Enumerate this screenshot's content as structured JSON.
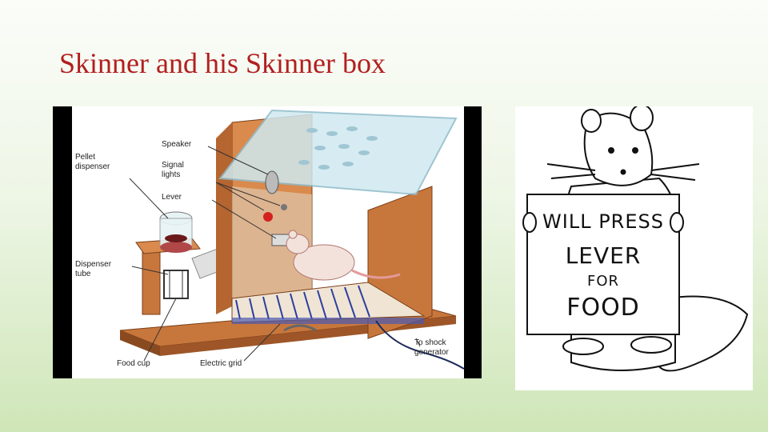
{
  "slide": {
    "title": "Skinner and his Skinner box"
  },
  "diagram": {
    "labels": {
      "pellet_dispenser": "Pellet\ndispenser",
      "speaker": "Speaker",
      "signal_lights": "Signal\nlights",
      "lever": "Lever",
      "dispenser_tube": "Dispenser\ntube",
      "food_cup": "Food cup",
      "electric_grid": "Electric grid",
      "shock_generator": "To shock\ngenerator"
    },
    "colors": {
      "wood": "#c8773c",
      "wood_dark": "#9e5628",
      "glass": "#cfe9f0",
      "grid_bar": "#2b3fa0",
      "light_red": "#d42020",
      "cable": "#1d2a5a"
    }
  },
  "cartoon": {
    "sign_lines": [
      "WILL PRESS",
      "LEVER",
      "FOR",
      "FOOD"
    ]
  }
}
